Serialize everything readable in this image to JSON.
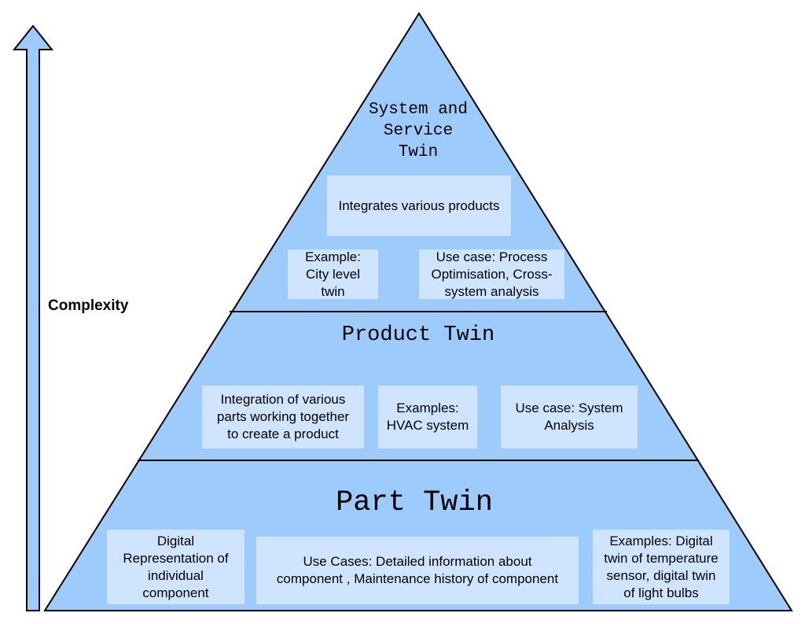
{
  "axis": {
    "label": "Complexity"
  },
  "tiers": {
    "top": {
      "title": "System and\nService\nTwin",
      "boxes": [
        "Integrates various products",
        "Example:\nCity level\ntwin",
        "Use case: Process\nOptimisation, Cross-\nsystem analysis"
      ]
    },
    "middle": {
      "title": "Product Twin",
      "boxes": [
        "Integration of various\nparts working together\nto create a product",
        "Examples:\nHVAC system",
        "Use case: System\nAnalysis"
      ]
    },
    "bottom": {
      "title": "Part Twin",
      "boxes": [
        "Digital\nRepresentation of\nindividual\ncomponent",
        "Use Cases: Detailed information about\ncomponent , Maintenance history of component",
        "Examples: Digital\ntwin of temperature\nsensor, digital twin\nof light bulbs"
      ]
    }
  },
  "colors": {
    "pyramid_fill": "#9ccbfc",
    "box_fill": "#cfe5ff",
    "outline": "#000000"
  }
}
